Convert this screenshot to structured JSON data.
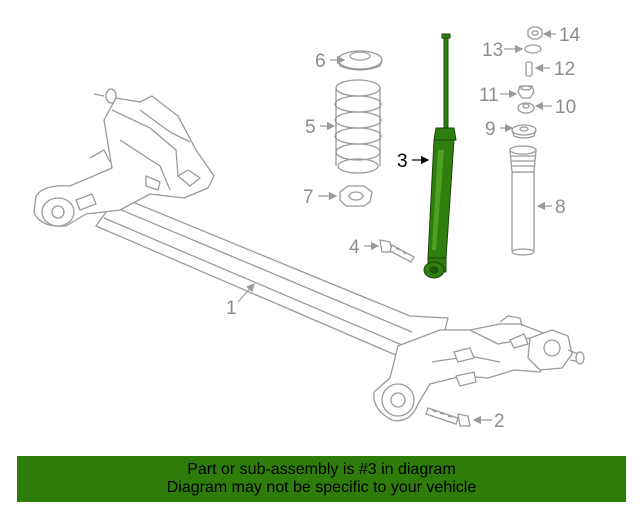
{
  "callouts": {
    "c1": "1",
    "c2": "2",
    "c3": "3",
    "c4": "4",
    "c5": "5",
    "c6": "6",
    "c7": "7",
    "c8": "8",
    "c9": "9",
    "c10": "10",
    "c11": "11",
    "c12": "12",
    "c13": "13",
    "c14": "14"
  },
  "highlight_part": "3",
  "colors": {
    "highlight": "#2f7f0f",
    "linework": "#9a9a9a",
    "banner": "#2e7d0b"
  },
  "banner": {
    "line1": "Part or sub-assembly is #3 in diagram",
    "line2": "Diagram may not be specific to your vehicle"
  }
}
